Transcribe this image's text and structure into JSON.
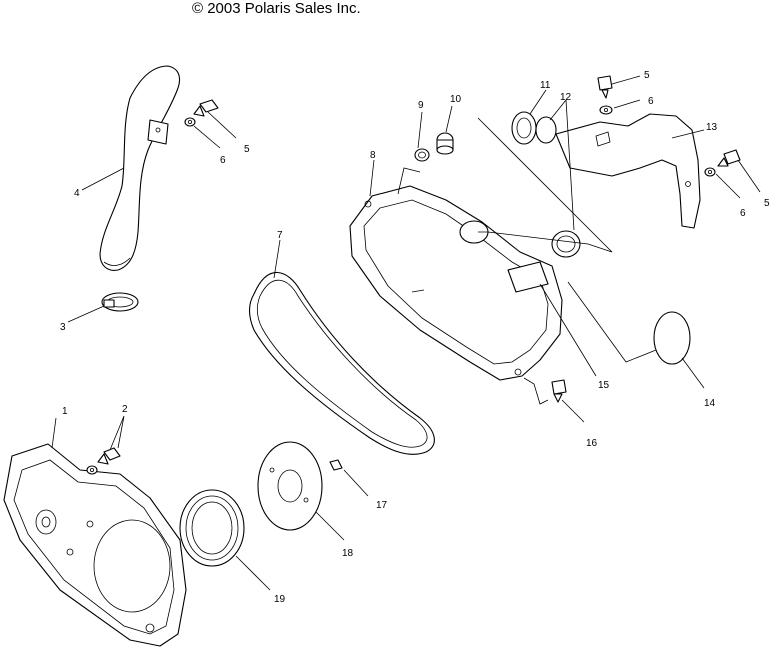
{
  "header": {
    "copyright": "© 2003 Polaris Sales Inc."
  },
  "callouts": [
    "1",
    "2",
    "3",
    "4",
    "5",
    "6",
    "7",
    "8",
    "9",
    "10",
    "11",
    "12",
    "13",
    "14",
    "15",
    "16",
    "17",
    "18",
    "19",
    "5",
    "6",
    "5",
    "6"
  ]
}
